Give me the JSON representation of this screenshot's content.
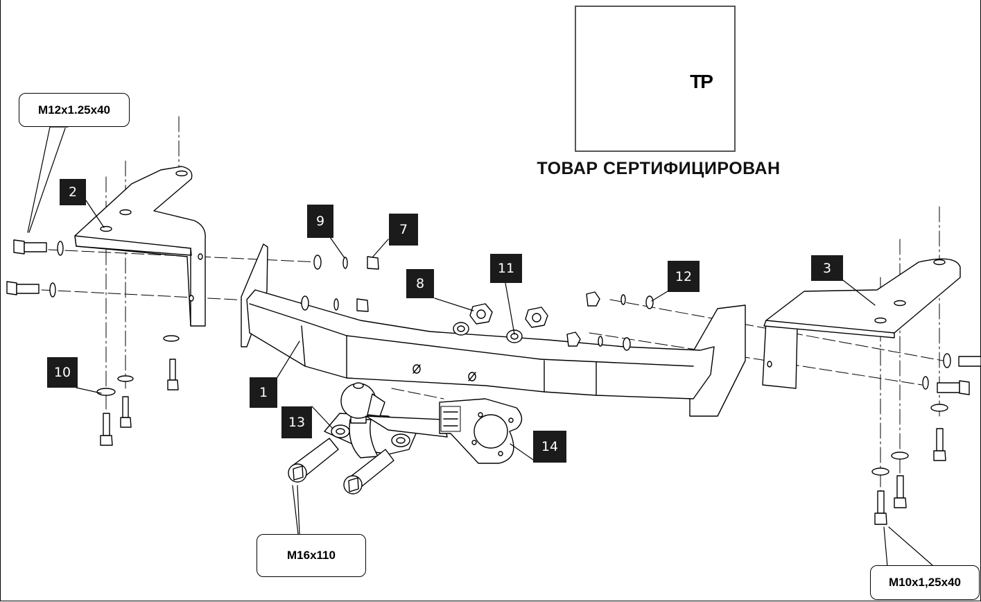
{
  "certification": {
    "mark_letters": "ТР",
    "caption": "ТОВАР СЕРТИФИЦИРОВАН"
  },
  "part_labels": [
    "1",
    "2",
    "3",
    "7",
    "8",
    "9",
    "10",
    "11",
    "12",
    "13",
    "14"
  ],
  "bolt_callouts": {
    "left_bracket_bolt": "M12x1.25x40",
    "ball_mount_bolt": "M16x110",
    "right_bracket_bolt": "M10x1,25x40"
  },
  "colors": {
    "ink": "#000000",
    "badge": "#1b1b1b",
    "badge_text": "#ffffff",
    "cert_frame": "#555555"
  }
}
